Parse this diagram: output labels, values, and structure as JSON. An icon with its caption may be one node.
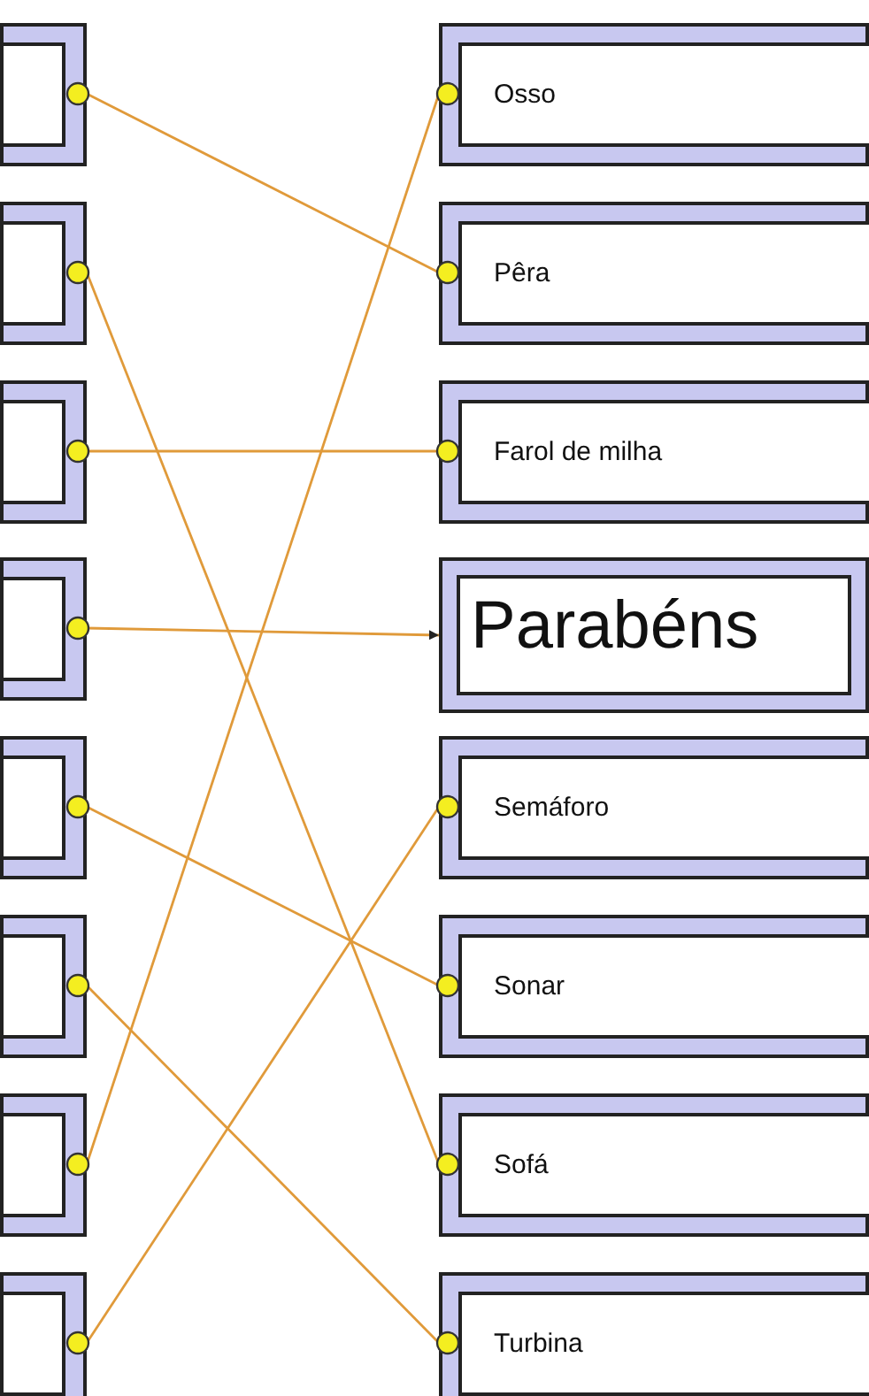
{
  "diagram": {
    "nodes": [
      {
        "text": [],
        "shape": "box"
      },
      {
        "text": [],
        "shape": "box"
      },
      {
        "text": [],
        "shape": "box"
      },
      {
        "text": [],
        "shape": "box"
      },
      {
        "text": [],
        "shape": "box"
      },
      {
        "text": [],
        "shape": "box"
      },
      {
        "text": [],
        "shape": "box"
      },
      {
        "text": [],
        "shape": "box"
      },
      {
        "text": [
          "Osso"
        ]
      },
      {
        "text": [
          "Pêra"
        ]
      },
      {
        "text": [
          "Farol de milha"
        ]
      },
      {
        "text": [
          "Parabéns"
        ]
      },
      {
        "text": [
          "Semáforo"
        ]
      },
      {
        "text": [
          "Sonar"
        ]
      },
      {
        "text": [
          "Sofá"
        ]
      },
      {
        "text": [
          "Turbina"
        ]
      }
    ],
    "edges": [
      {
        "from": 0,
        "to": 9,
        "arrow": "none"
      },
      {
        "from": 1,
        "to": 14,
        "arrow": "none"
      },
      {
        "from": 2,
        "to": 10,
        "arrow": "none"
      },
      {
        "from": 3,
        "to": 11,
        "arrow": "to"
      },
      {
        "from": 4,
        "to": 13,
        "arrow": "none"
      },
      {
        "from": 5,
        "to": 15,
        "arrow": "none"
      },
      {
        "from": 6,
        "to": 8,
        "arrow": "none"
      },
      {
        "from": 7,
        "to": 12,
        "arrow": "none"
      }
    ]
  }
}
